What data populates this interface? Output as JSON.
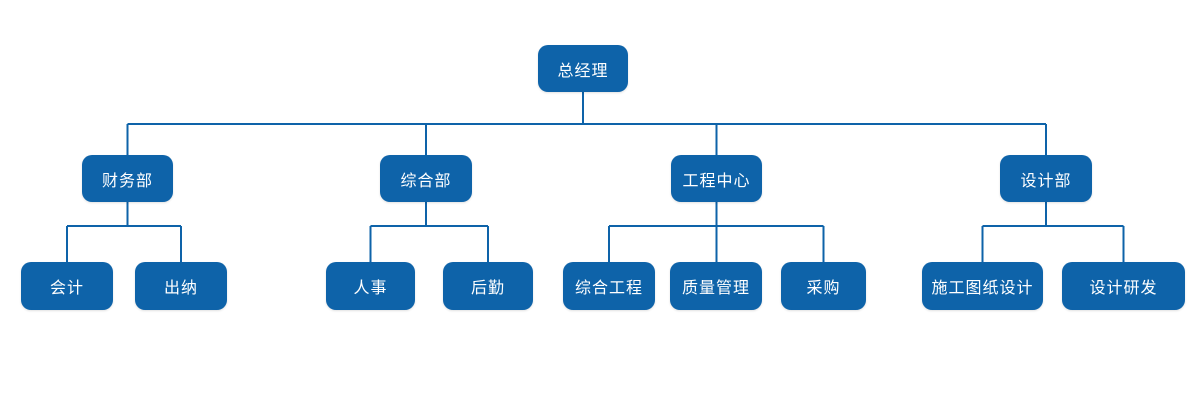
{
  "org_chart": {
    "root": {
      "label": "总经理"
    },
    "departments": [
      {
        "label": "财务部",
        "children": [
          {
            "label": "会计"
          },
          {
            "label": "出纳"
          }
        ]
      },
      {
        "label": "综合部",
        "children": [
          {
            "label": "人事"
          },
          {
            "label": "后勤"
          }
        ]
      },
      {
        "label": "工程中心",
        "children": [
          {
            "label": "综合工程"
          },
          {
            "label": "质量管理"
          },
          {
            "label": "采购"
          }
        ]
      },
      {
        "label": "设计部",
        "children": [
          {
            "label": "施工图纸设计"
          },
          {
            "label": "设计研发"
          }
        ]
      }
    ],
    "colors": {
      "node_fill": "#0E63A9",
      "connector": "#0E63A9",
      "text": "#FFFFFF",
      "background": "#FFFFFF"
    }
  }
}
